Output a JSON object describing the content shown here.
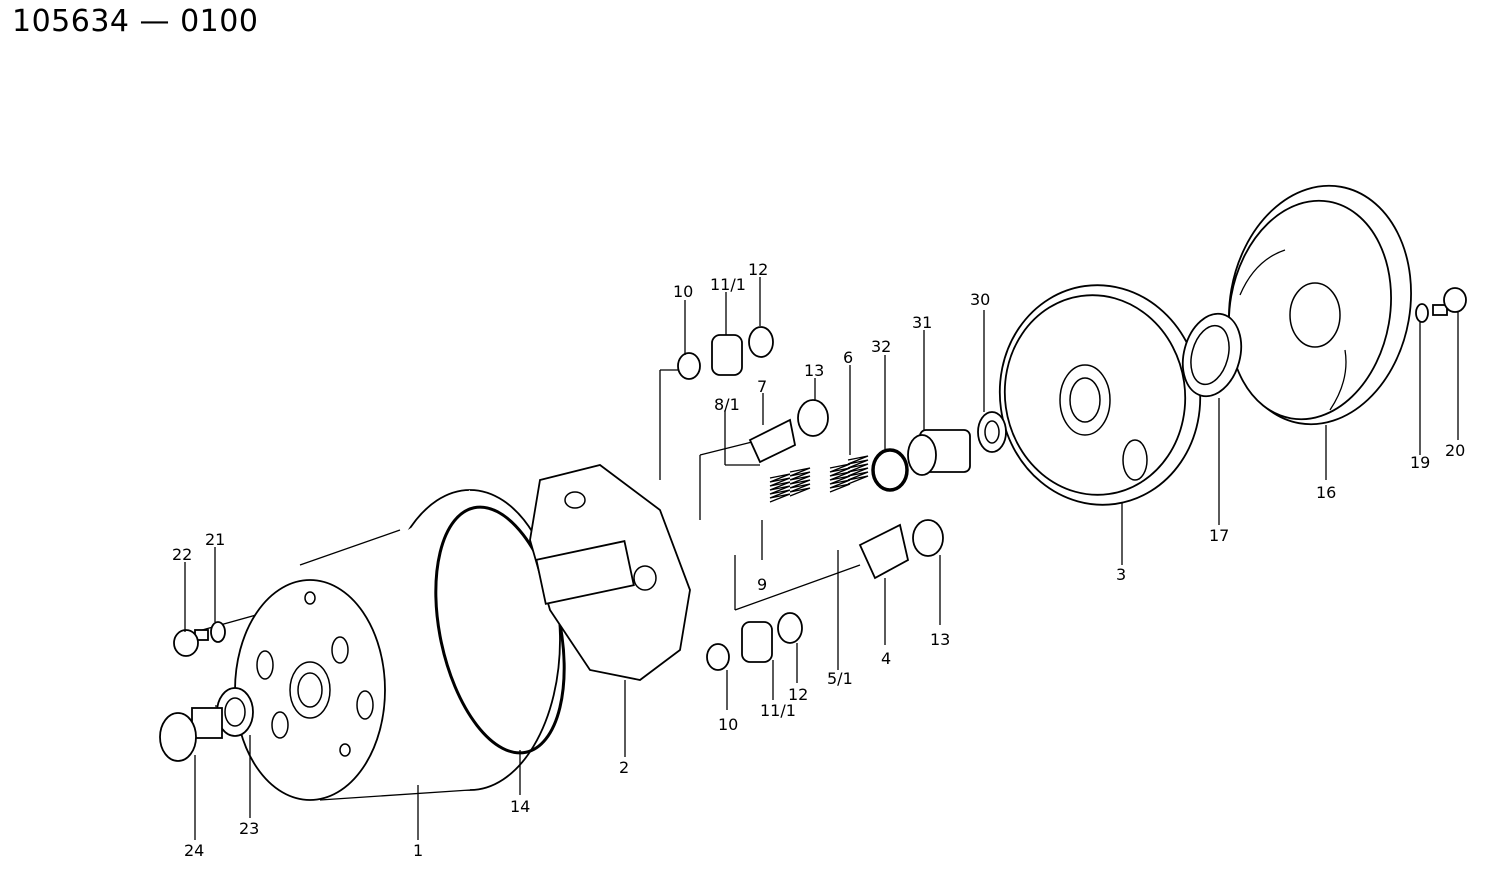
{
  "title": "105634 — 0100",
  "diagram": {
    "callouts": [
      "1",
      "2",
      "3",
      "4",
      "5/1",
      "6",
      "7",
      "8/1",
      "9",
      "10",
      "10",
      "11/1",
      "11/1",
      "12",
      "12",
      "13",
      "13",
      "14",
      "16",
      "17",
      "19",
      "20",
      "21",
      "22",
      "23",
      "24",
      "30",
      "31",
      "32"
    ]
  }
}
